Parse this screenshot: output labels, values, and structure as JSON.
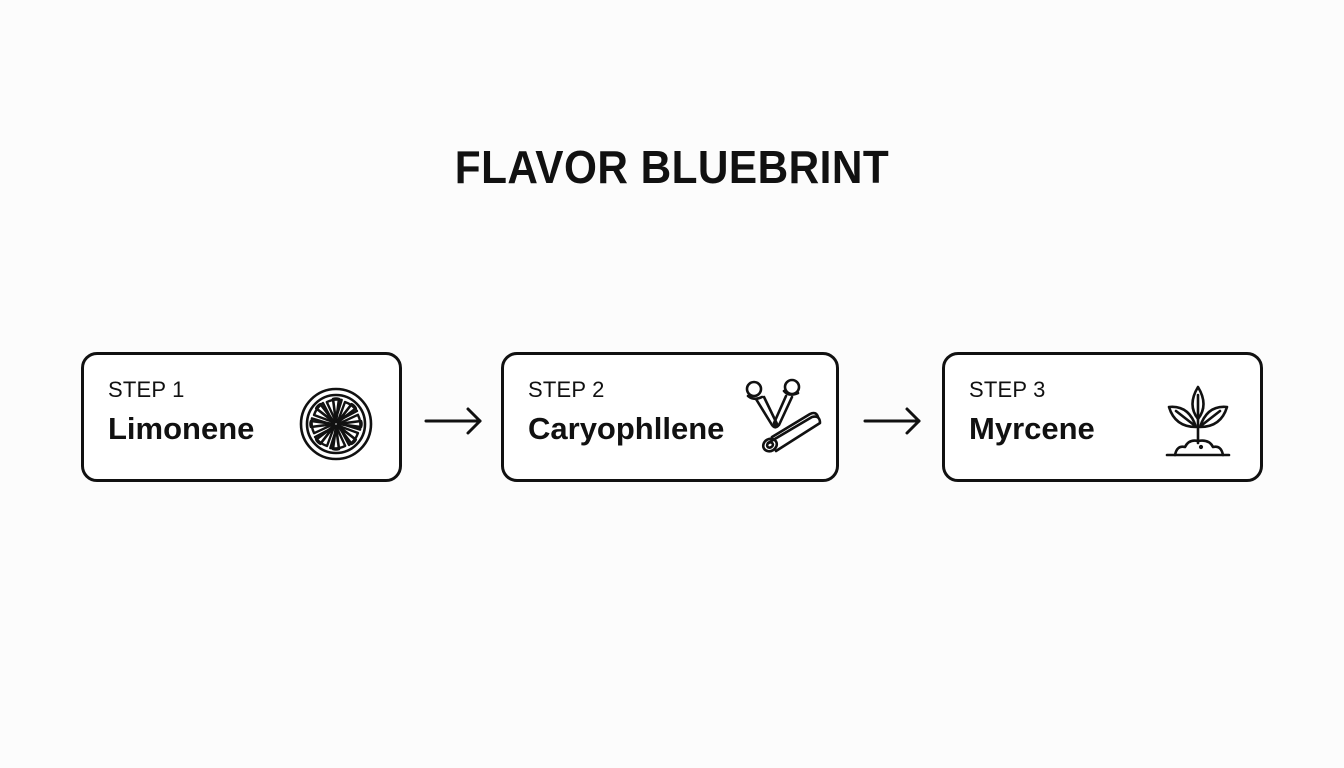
{
  "diagram": {
    "title": "FLAVOR BLUEBRINT",
    "steps": [
      {
        "step_label": "STEP 1",
        "name": "Limonene",
        "icon": "citrus-slice-icon"
      },
      {
        "step_label": "STEP 2",
        "name": "Caryophllene",
        "icon": "clove-cinnamon-icon"
      },
      {
        "step_label": "STEP 3",
        "name": "Myrcene",
        "icon": "sprout-icon"
      }
    ],
    "connectors": [
      {
        "from": "STEP 1",
        "to": "STEP 2",
        "icon": "arrow-right-icon"
      },
      {
        "from": "STEP 2",
        "to": "STEP 3",
        "icon": "arrow-right-icon"
      }
    ],
    "colors": {
      "background": "#fcfcfc",
      "stroke": "#111111",
      "card_fill": "#ffffff"
    }
  }
}
